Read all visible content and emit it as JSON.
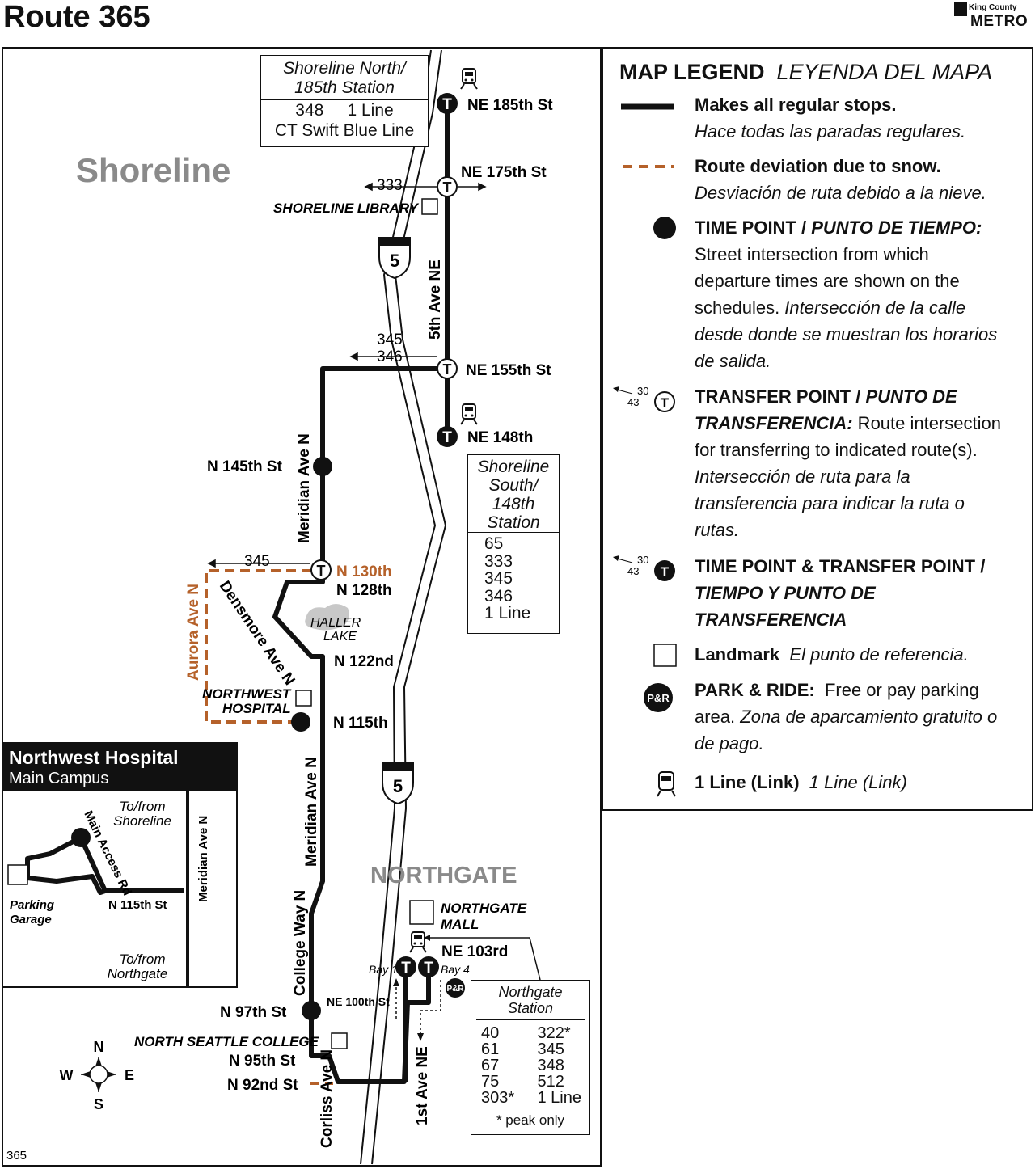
{
  "title": "Route 365",
  "logo": {
    "line1": "King County",
    "line2": "METRO"
  },
  "map": {
    "areas": {
      "shoreline": "Shoreline",
      "northgate": "NORTHGATE"
    },
    "streets": {
      "fifth_ave": "5th Ave NE",
      "meridian_upper": "Meridian Ave N",
      "meridian_lower": "Meridian Ave N",
      "densmore": "Densmore Ave N",
      "aurora": "Aurora Ave N",
      "college_way": "College Way N",
      "corliss": "Corliss Ave N",
      "first_ave": "1st Ave NE"
    },
    "stops": {
      "ne185": "NE 185th St",
      "ne175": "NE 175th St",
      "ne155": "NE 155th St",
      "ne148": "NE 148th",
      "n145": "N 145th St",
      "n130": "N 130th",
      "n128": "N 128th",
      "n122": "N 122nd",
      "n115": "N 115th",
      "ne103": "NE 103rd",
      "ne100": "NE 100th St",
      "n97": "N 97th St",
      "n95": "N 95th St",
      "n92": "N 92nd St"
    },
    "transfer_routes": {
      "r333": "333",
      "r345a": "345",
      "r346": "346",
      "r345b": "345"
    },
    "interstate": "5",
    "landmarks": {
      "library": "SHORELINE LIBRARY",
      "hospital_l1": "NORTHWEST",
      "hospital_l2": "HOSPITAL",
      "mall_l1": "NORTHGATE",
      "mall_l2": "MALL",
      "college": "NORTH SEATTLE COLLEGE",
      "lake_l1": "HALLER",
      "lake_l2": "LAKE"
    },
    "bays": {
      "bay1": "Bay 1",
      "bay4": "Bay 4"
    },
    "pr": "P&R",
    "timepoint_letter": "T",
    "compass": {
      "n": "N",
      "s": "S",
      "e": "E",
      "w": "W"
    },
    "page_number": "365",
    "station_north": {
      "title_l1": "Shoreline North/",
      "title_l2": "185th Station",
      "routes_l1": "348     1 Line",
      "routes_l2": "CT Swift Blue Line"
    },
    "station_south": {
      "title_l1": "Shoreline",
      "title_l2": "South/",
      "title_l3": "148th",
      "title_l4": "Station",
      "routes": [
        "65",
        "333",
        "345",
        "346",
        "1 Line"
      ]
    },
    "station_northgate": {
      "title_l1": "Northgate",
      "title_l2": "Station",
      "col1": [
        "40",
        "61",
        "67",
        "75",
        "303*"
      ],
      "col2": [
        "322*",
        "345",
        "348",
        "512",
        "1 Line"
      ],
      "note": "* peak only"
    }
  },
  "inset": {
    "title": "Northwest Hospital",
    "subtitle": "Main Campus",
    "to_shoreline_l1": "To/from",
    "to_shoreline_l2": "Shoreline",
    "to_northgate_l1": "To/from",
    "to_northgate_l2": "Northgate",
    "main_access": "Main Access Rd",
    "meridian": "Meridian Ave N",
    "n115": "N 115th St",
    "garage_l1": "Parking",
    "garage_l2": "Garage"
  },
  "legend": {
    "title": "MAP LEGEND",
    "title_es": "LEYENDA DEL MAPA",
    "regular": "Makes all regular stops.",
    "regular_es": "Hace todas las paradas regulares.",
    "snow": "Route deviation due to snow.",
    "snow_es": "Desviación de ruta debido a la nieve.",
    "timepoint_title": "TIME POINT / ",
    "timepoint_title_es": "PUNTO DE TIEMPO:",
    "timepoint_l1": "Street intersection from which",
    "timepoint_l2": "departure times are shown on the",
    "timepoint_l3a": "schedules. ",
    "timepoint_l3b": "Intersección de la calle",
    "timepoint_l4": "desde donde se muestran los horarios",
    "timepoint_l5": "de salida.",
    "transfer_title": "TRANSFER POINT / ",
    "transfer_title_es": "PUNTO DE",
    "transfer_l2_es": "TRANSFERENCIA:",
    "transfer_l2": " Route intersection",
    "transfer_l3": "for transferring to indicated route(s).",
    "transfer_l4": "Intersección de ruta para la",
    "transfer_l5": "transferencia para indicar la ruta o",
    "transfer_l6": "rutas.",
    "combo_l1": "TIME POINT & TRANSFER POINT /",
    "combo_l2": "TIEMPO Y PUNTO DE",
    "combo_l3": "TRANSFERENCIA",
    "landmark": "Landmark",
    "landmark_es": "El punto de referencia.",
    "pr_title": "PARK & RIDE:",
    "pr_l1": "Free or pay parking",
    "pr_l2a": "area. ",
    "pr_l2b": "Zona de aparcamiento gratuito o",
    "pr_l3": "de pago.",
    "link": "1 Line (Link)",
    "link_es": "1 Line (Link)",
    "sample_routes": [
      "30",
      "43"
    ],
    "colors": {
      "route": "#111111",
      "snow": "#b5612a",
      "area_gray": "#8a8a8a",
      "lake": "#c8c8c8"
    }
  }
}
